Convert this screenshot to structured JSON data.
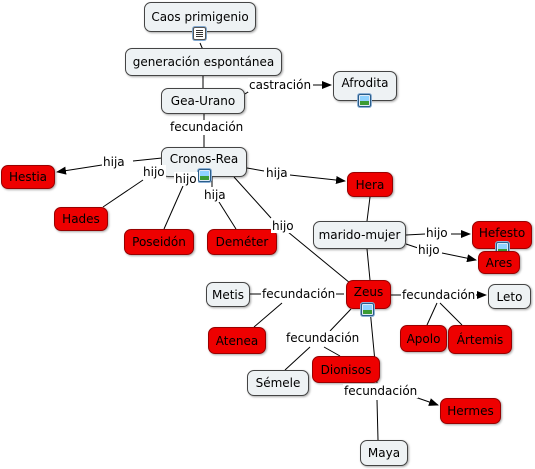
{
  "nodes": {
    "caos": "Caos primigenio",
    "generacion": "generación espontánea",
    "gea_urano": "Gea-Urano",
    "afrodita": "Afrodita",
    "cronos_rea": "Cronos-Rea",
    "hestia": "Hestia",
    "hades": "Hades",
    "poseidon": "Poseidón",
    "demeter": "Deméter",
    "hera": "Hera",
    "marido_mujer": "marido-mujer",
    "hefesto": "Hefesto",
    "ares": "Ares",
    "metis": "Metis",
    "zeus": "Zeus",
    "leto": "Leto",
    "atenea": "Atenea",
    "apolo": "Apolo",
    "artemis": "Ártemis",
    "semele": "Sémele",
    "dionisos": "Dionisos",
    "hermes": "Hermes",
    "maya": "Maya"
  },
  "links": {
    "castracion": "castración",
    "fecundacion": "fecundación",
    "hija": "hija",
    "hijo": "hijo"
  },
  "colors": {
    "highlight": "#ee0000",
    "node": "#eef2f4",
    "line": "#000000"
  },
  "icons": {
    "document": "document-icon",
    "image": "image-icon"
  }
}
